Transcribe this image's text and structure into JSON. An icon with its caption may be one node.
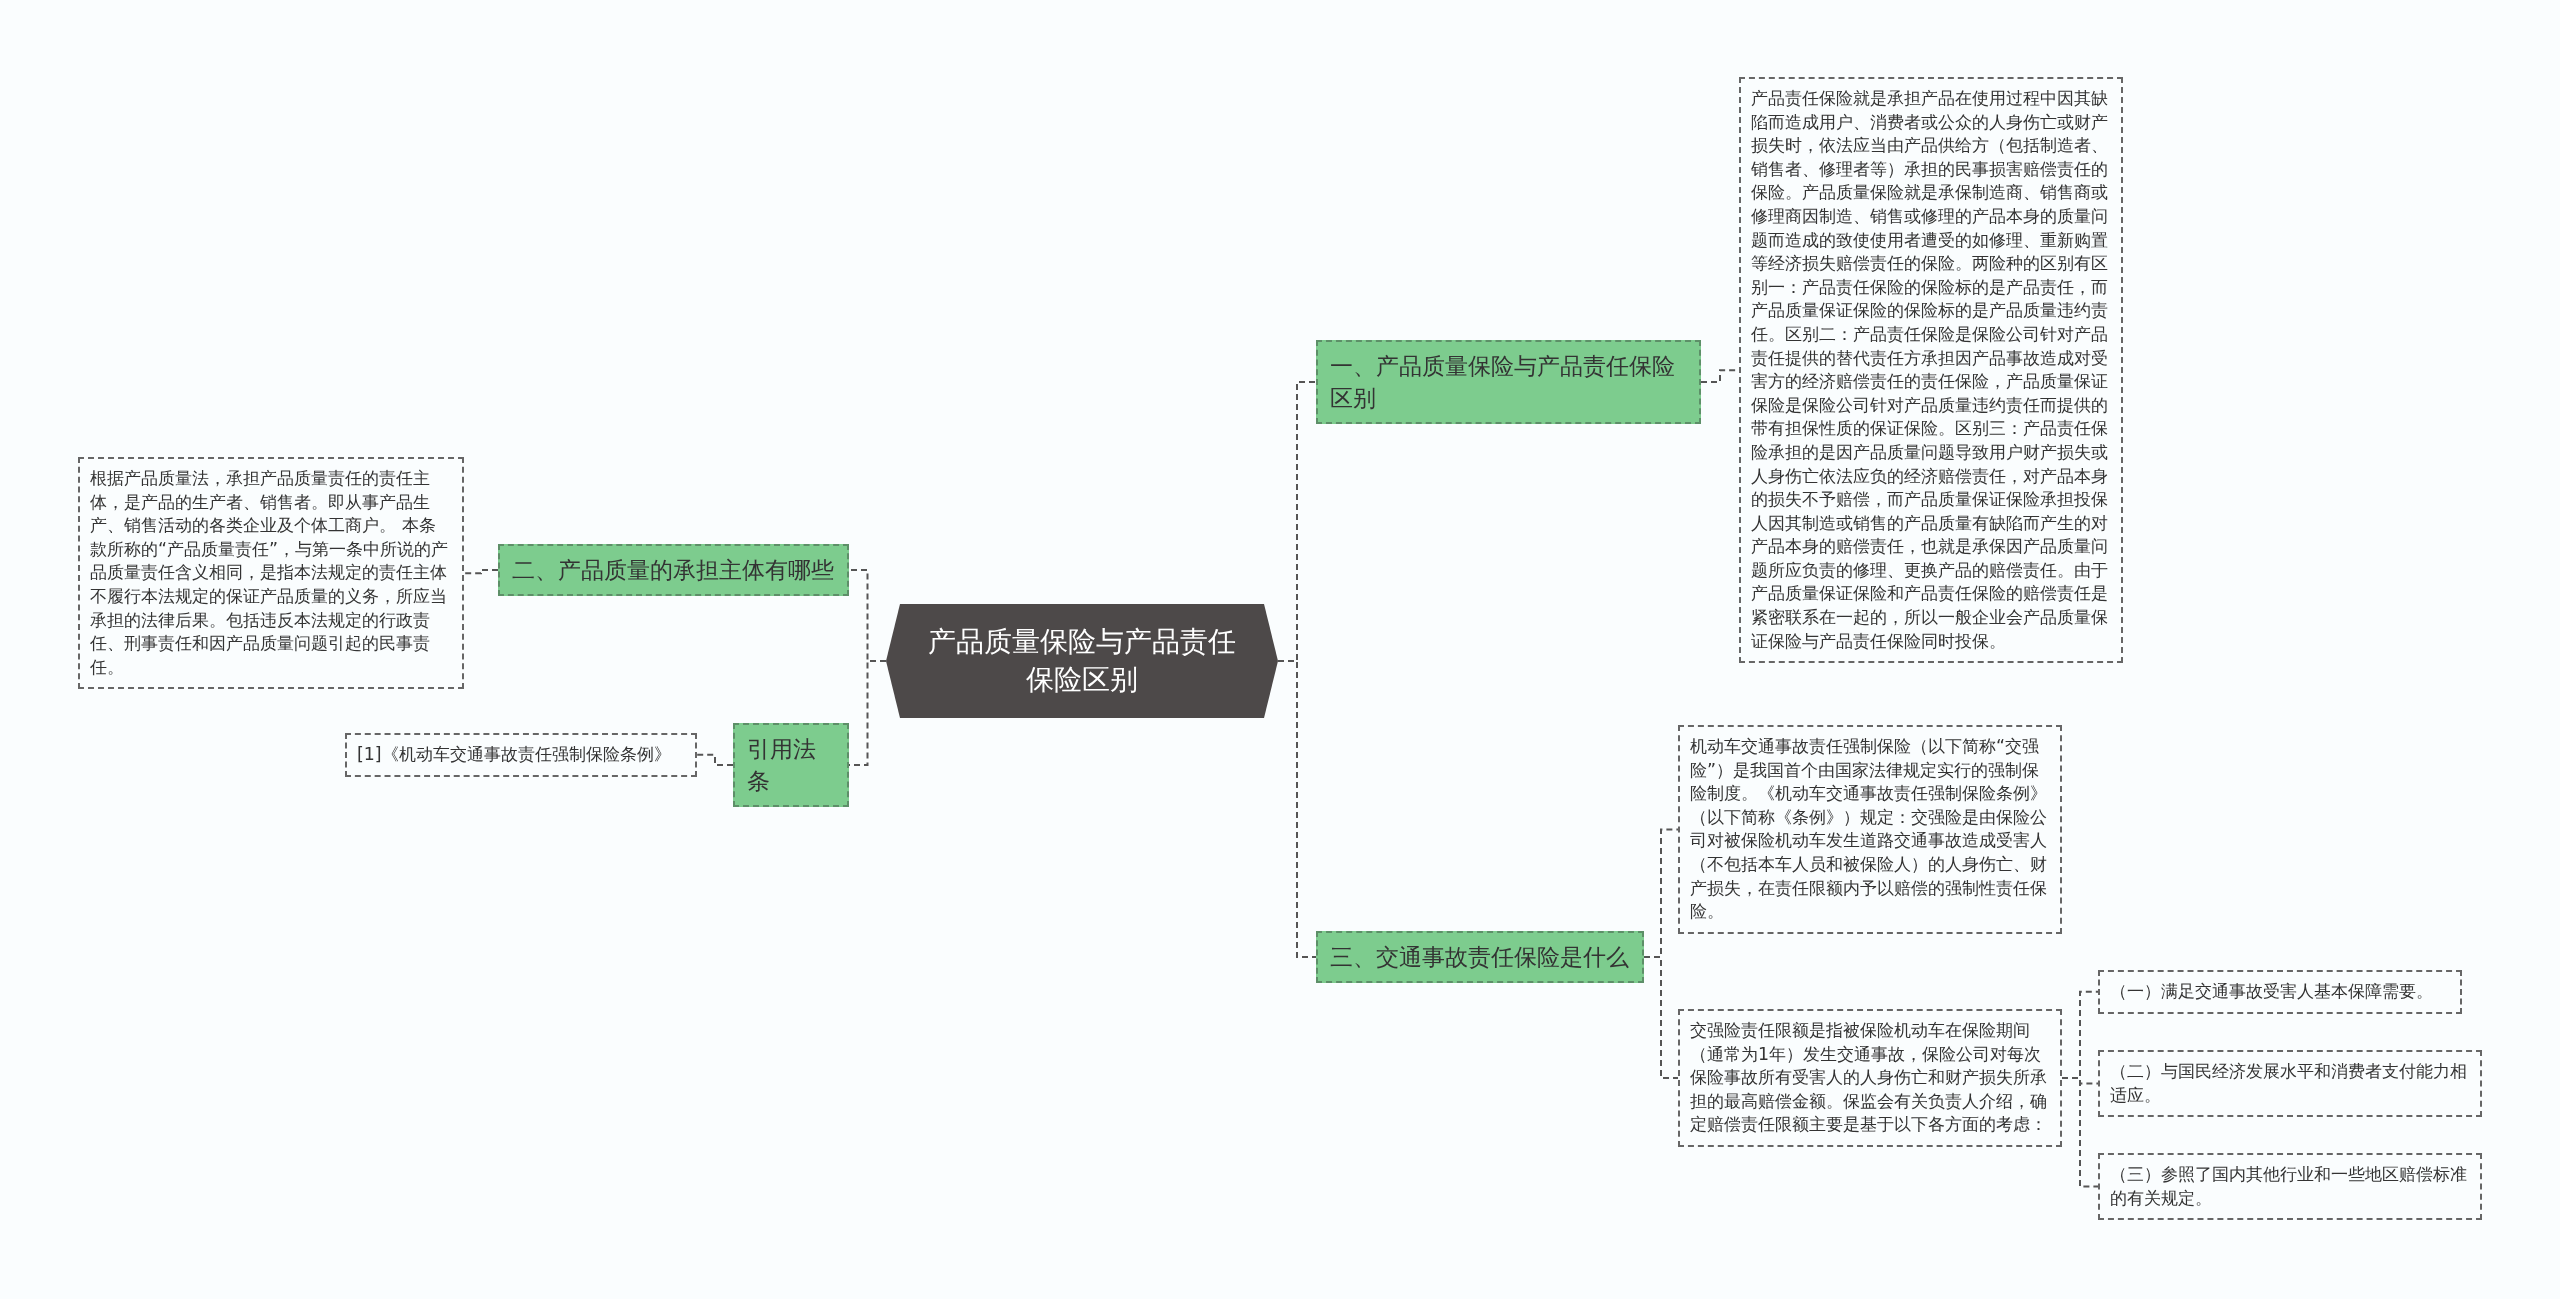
{
  "diagram": {
    "nodes": [
      {
        "text": [
          "产品质量保险与产品责任保险区别"
        ]
      },
      {
        "text": [
          "一、产品质量保险与产品责任保险区别"
        ]
      },
      {
        "text": [
          "产品责任保险就是承担产品在使用过程中因其缺陷而造成用户、消费者或公众的人身伤亡或财产损失时，依法应当由产品供给方（包括制造者、销售者、修理者等）承担的民事损害赔偿责任的保险。产品质量保险就是承保制造商、销售商或修理商因制造、销售或修理的产品本身的质量问题而造成的致使使用者遭受的如修理、重新购置等经济损失赔偿责任的保险。两险种的区别有区别一：产品责任保险的保险标的是产品责任，而产品质量保证保险的保险标的是产品质量违约责任。区别二：产品责任保险是保险公司针对产品责任提供的替代责任方承担因产品事故造成对受害方的经济赔偿责任的责任保险，产品质量保证保险是保险公司针对产品质量违约责任而提供的带有担保性质的保证保险。区别三：产品责任保险承担的是因产品质量问题导致用户财产损失或人身伤亡依法应负的经济赔偿责任，对产品本身的损失不予赔偿，而产品质量保证保险承担投保人因其制造或销售的产品质量有缺陷而产生的对产品本身的赔偿责任，也就是承保因产品质量问题所应负责的修理、更换产品的赔偿责任。由于产品质量保证保险和产品责任保险的赔偿责任是紧密联系在一起的，所以一般企业会产品质量保证保险与产品责任保险同时投保。"
        ]
      },
      {
        "text": [
          "三、交通事故责任保险是什么"
        ]
      },
      {
        "text": [
          "机动车交通事故责任强制保险（以下简称“交强险”）是我国首个由国家法律规定实行的强制保险制度。《机动车交通事故责任强制保险条例》（以下简称《条例》）规定：交强险是由保险公司对被保险机动车发生道路交通事故造成受害人（不包括本车人员和被保险人）的人身伤亡、财产损失，在责任限额内予以赔偿的强制性责任保险。"
        ]
      },
      {
        "text": [
          "交强险责任限额是指被保险机动车在保险期间（通常为1年）发生交通事故，保险公司对每次保险事故所有受害人的人身伤亡和财产损失所承担的最高赔偿金额。保监会有关负责人介绍，确定赔偿责任限额主要是基于以下各方面的考虑："
        ]
      },
      {
        "text": [
          "（一）满足交通事故受害人基本保障需要。"
        ]
      },
      {
        "text": [
          "（二）与国民经济发展水平和消费者支付能力相适应。"
        ]
      },
      {
        "text": [
          "（三）参照了国内其他行业和一些地区赔偿标准的有关规定。"
        ]
      },
      {
        "text": [
          "二、产品质量的承担主体有哪些"
        ]
      },
      {
        "text": [
          "根据产品质量法，承担产品质量责任的责任主体，是产品的生产者、销售者。即从事产品生产、销售活动的各类企业及个体工商户。 本条款所称的“产品质量责任”，与第一条中所说的产品质量责任含义相同，是指本法规定的责任主体不履行本法规定的保证产品质量的义务，所应当承担的法律后果。包括违反本法规定的行政责任、刑事责任和因产品质量问题引起的民事责任。"
        ]
      },
      {
        "text": [
          "引用法条"
        ]
      },
      {
        "text": [
          "[1]《机动车交通事故责任强制保险条例》"
        ]
      }
    ],
    "edges": [
      {
        "from": 0,
        "to": 1,
        "arrow": "none",
        "style": "dashed"
      },
      {
        "from": 1,
        "to": 2,
        "arrow": "none",
        "style": "dashed"
      },
      {
        "from": 0,
        "to": 3,
        "arrow": "none",
        "style": "dashed"
      },
      {
        "from": 3,
        "to": 4,
        "arrow": "none",
        "style": "dashed"
      },
      {
        "from": 3,
        "to": 5,
        "arrow": "none",
        "style": "dashed"
      },
      {
        "from": 5,
        "to": 6,
        "arrow": "none",
        "style": "dashed"
      },
      {
        "from": 5,
        "to": 7,
        "arrow": "none",
        "style": "dashed"
      },
      {
        "from": 5,
        "to": 8,
        "arrow": "none",
        "style": "dashed"
      },
      {
        "from": 0,
        "to": 9,
        "arrow": "none",
        "style": "dashed"
      },
      {
        "from": 9,
        "to": 10,
        "arrow": "none",
        "style": "dashed"
      },
      {
        "from": 0,
        "to": 11,
        "arrow": "none",
        "style": "dashed"
      },
      {
        "from": 11,
        "to": 12,
        "arrow": "none",
        "style": "dashed"
      }
    ]
  }
}
